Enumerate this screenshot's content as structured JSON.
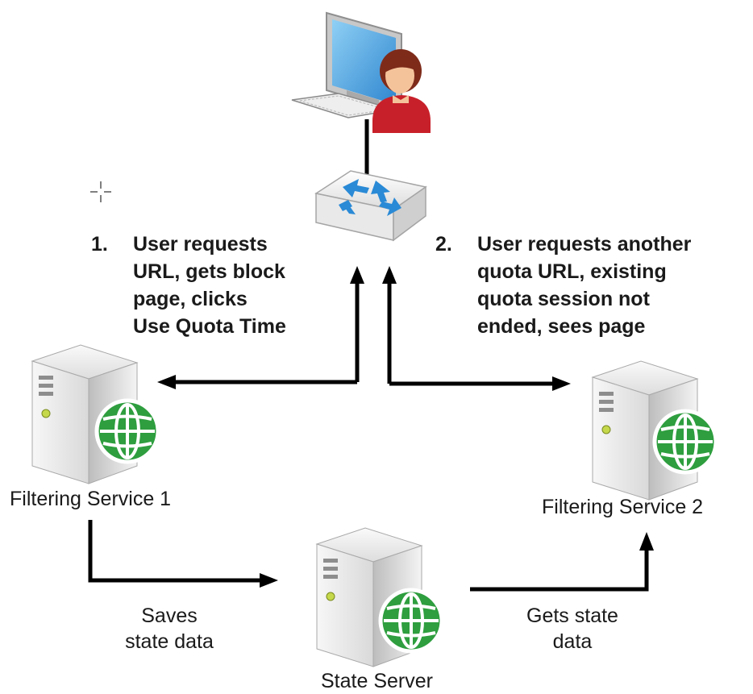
{
  "client": {},
  "switch": {},
  "steps": [
    {
      "number": "1.",
      "lines": [
        "User requests",
        "URL, gets block",
        "page, clicks",
        "Use Quota Time"
      ]
    },
    {
      "number": "2.",
      "lines": [
        "User requests another",
        "quota URL, existing",
        "quota session not",
        "ended, sees page"
      ]
    }
  ],
  "servers": {
    "filtering1": {
      "label": "Filtering Service 1"
    },
    "filtering2": {
      "label": "Filtering Service 2"
    },
    "state": {
      "label": "State Server"
    }
  },
  "flows": {
    "save": {
      "lines": [
        "Saves",
        "state data"
      ]
    },
    "get": {
      "lines": [
        "Gets state",
        "data"
      ]
    }
  },
  "colors": {
    "arrow": "#000000",
    "globe": "#2e9e3e",
    "server_body": "#e9e9e9",
    "monitor_screen": "#5aa9e0",
    "person_shirt": "#c8202a",
    "router_arrows": "#2a8ad6"
  }
}
